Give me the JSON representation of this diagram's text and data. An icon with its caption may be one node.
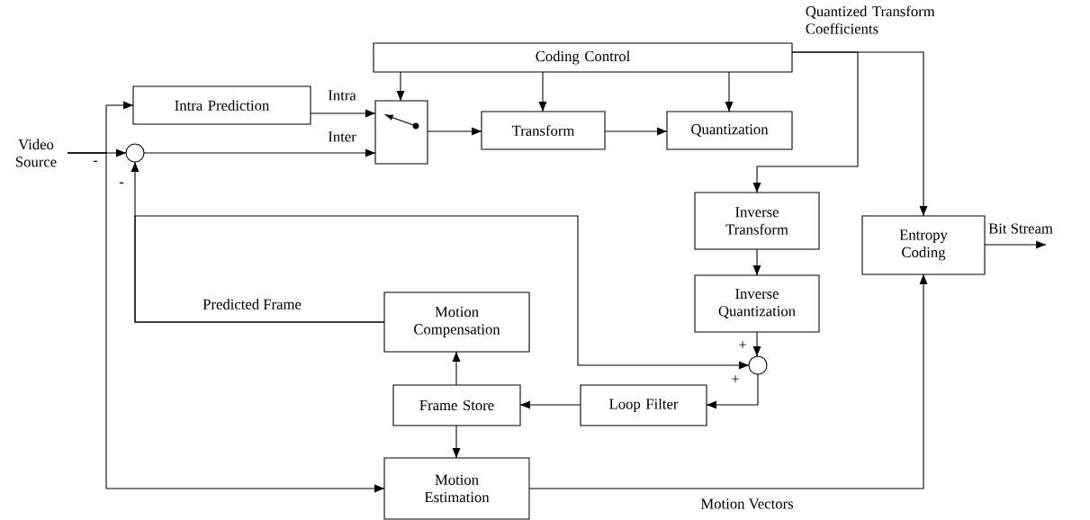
{
  "diagram": {
    "nodes": [
      {
        "text": [
          "Video Source"
        ]
      },
      {
        "text": [],
        "shape": "circle"
      },
      {
        "text": [
          "Coding Control"
        ]
      },
      {
        "text": [
          "Intra Prediction"
        ]
      },
      {
        "text": [],
        "shape": "box"
      },
      {
        "text": [
          "Transform"
        ]
      },
      {
        "text": [
          "Quantization"
        ]
      },
      {
        "text": [
          "Inverse Transform"
        ]
      },
      {
        "text": [
          "Entropy Coding"
        ]
      },
      {
        "text": [
          "Inverse Quantization"
        ]
      },
      {
        "text": [],
        "shape": "circle"
      },
      {
        "text": [
          "Motion Compensation"
        ]
      },
      {
        "text": [
          "Frame Store"
        ]
      },
      {
        "text": [
          "Loop Filter"
        ]
      },
      {
        "text": [
          "Motion Estimation"
        ]
      }
    ],
    "edges": [
      {
        "from": 0,
        "to": 1,
        "arrow": "to"
      },
      {
        "from": 0,
        "to": 3,
        "arrow": "to"
      },
      {
        "from": 0,
        "to": 14,
        "arrow": "to"
      },
      {
        "from": 3,
        "to": 4,
        "arrow": "to",
        "label": "Intra"
      },
      {
        "from": 1,
        "to": 4,
        "arrow": "to",
        "label": "Inter"
      },
      {
        "from": 2,
        "to": 4,
        "arrow": "to"
      },
      {
        "from": 2,
        "to": 5,
        "arrow": "to"
      },
      {
        "from": 2,
        "to": 6,
        "arrow": "to"
      },
      {
        "from": 4,
        "to": 5,
        "arrow": "to"
      },
      {
        "from": 5,
        "to": 6,
        "arrow": "to"
      },
      {
        "from": 2,
        "to": 8,
        "arrow": "to",
        "label": "Quantized Transform Coefficients"
      },
      {
        "from": 2,
        "to": 7,
        "arrow": "to"
      },
      {
        "from": 7,
        "to": 9,
        "arrow": "to"
      },
      {
        "from": 9,
        "to": 10,
        "arrow": "to"
      },
      {
        "from": 11,
        "to": 1,
        "arrow": "to",
        "label": "Predicted Frame"
      },
      {
        "from": 11,
        "to": 10,
        "arrow": "to"
      },
      {
        "from": 10,
        "to": 13,
        "arrow": "to"
      },
      {
        "from": 13,
        "to": 12,
        "arrow": "to"
      },
      {
        "from": 12,
        "to": 11,
        "arrow": "to"
      },
      {
        "from": 12,
        "to": 14,
        "arrow": "to"
      },
      {
        "from": 14,
        "to": 8,
        "arrow": "to",
        "label": "Motion Vectors"
      },
      {
        "from": 8,
        "to": null,
        "arrow": "to",
        "label": "Bit Stream"
      }
    ],
    "labels": [
      "-",
      "-",
      "+",
      "+"
    ]
  }
}
